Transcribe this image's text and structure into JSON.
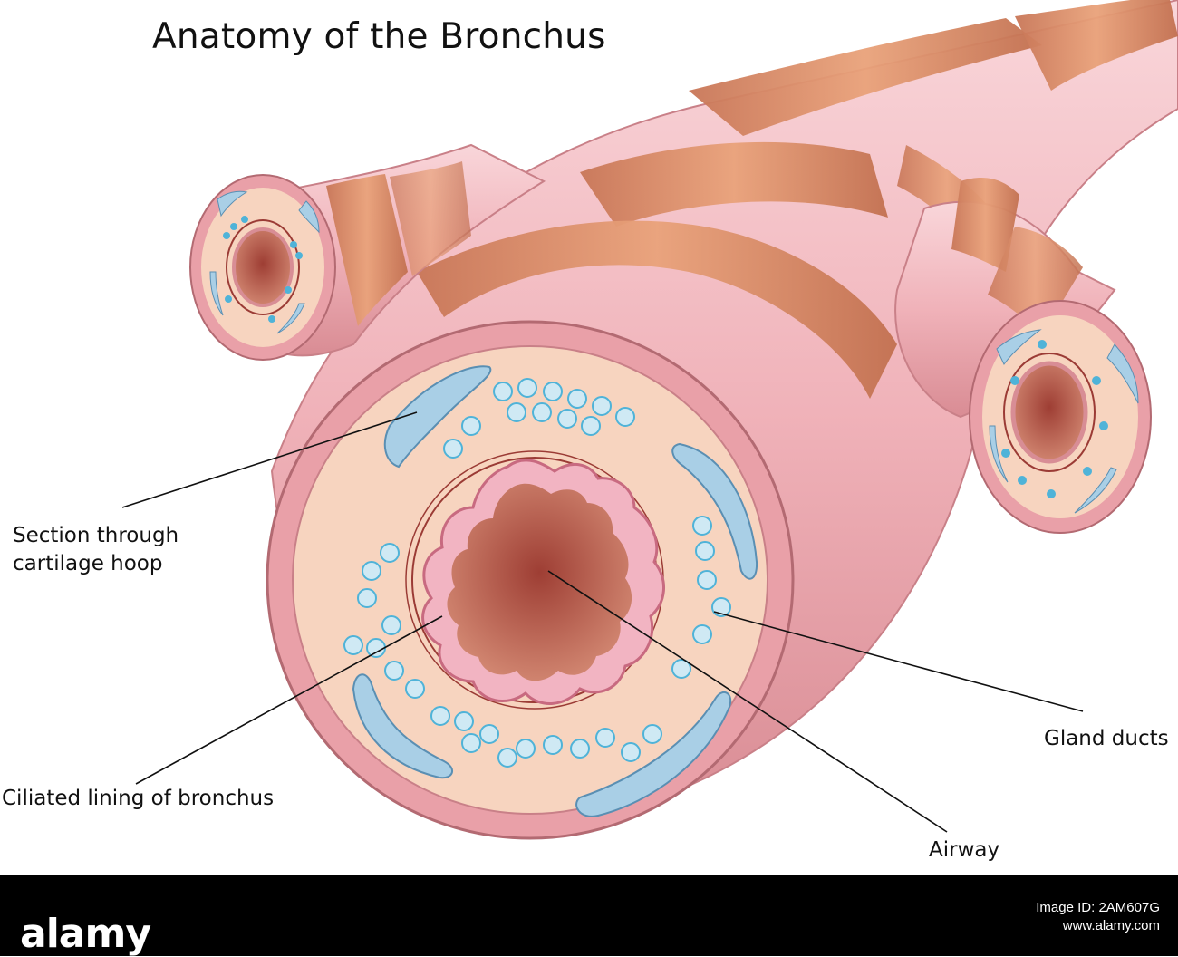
{
  "title": "Anatomy of the Bronchus",
  "labels": {
    "cartilage_line1": "Section through",
    "cartilage_line2": "cartilage hoop",
    "ciliated": "Ciliated lining of bronchus",
    "gland": "Gland ducts",
    "airway": "Airway"
  },
  "watermark": {
    "logo": "alamy",
    "image_id": "Image ID: 2AM607G",
    "site": "www.alamy.com"
  },
  "colors": {
    "tissue": "#f3b7bd",
    "rings": "#d98a6a",
    "section_fill": "#f7d4bf",
    "cartilage": "#a9cfe6",
    "gland_cells": "#4fb3d8",
    "airway": "#b4503f"
  }
}
